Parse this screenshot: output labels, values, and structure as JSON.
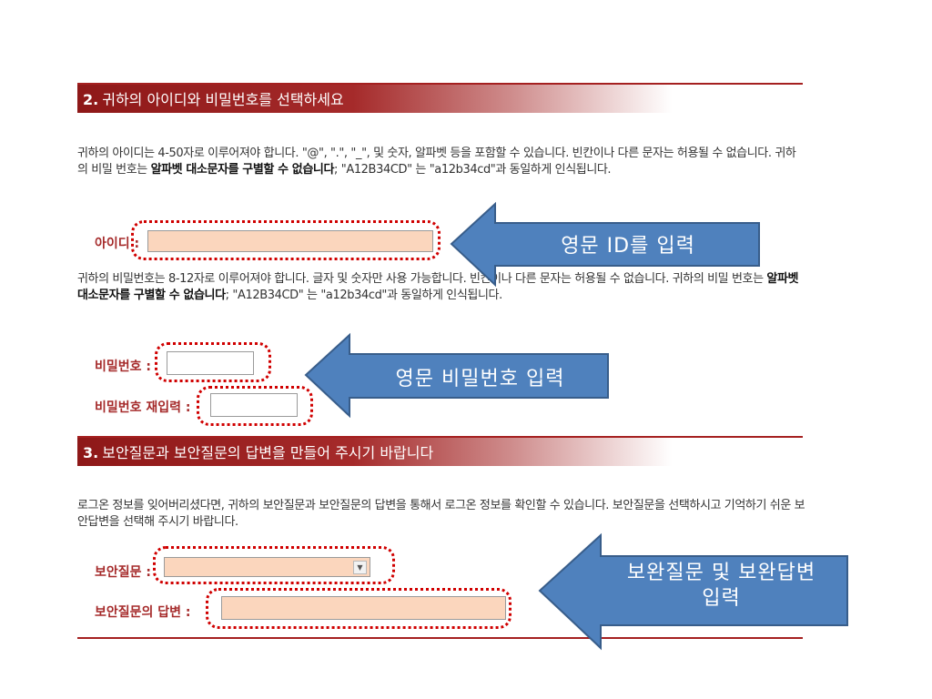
{
  "section2": {
    "number": "2.",
    "title": "귀하의 아이디와 비밀번호를 선택하세요",
    "id_para": {
      "text1": "귀하의 아이디는 4-50자로 이루어져야 합니다. \"@\", \".\", \"_\", 및 숫자, 알파벳 등을 포함할 수 있습니다. 빈칸이나 다른 문자는 허용될 수 없습니다. 귀하의 비밀 번호는 ",
      "bold": "알파벳 대소문자를 구별할 수 없습니다",
      "text2": "; \"A12B34CD\" 는 \"a12b34cd\"과 동일하게 인식됩니다."
    },
    "id_label": "아이디 :",
    "pw_para": {
      "text1": "귀하의 비밀번호는 8-12자로 이루어져야 합니다. 글자 및 숫자만 사용 가능합니다. 빈칸이나 다른 문자는 허용될 수 없습니다. 귀하의 비밀 번호는 ",
      "bold": "알파벳 대소문자를 구별할 수 없습니다",
      "text2": "; \"A12B34CD\" 는 \"a12b34cd\"과 동일하게 인식됩니다."
    },
    "pw_label": "비밀번호 :",
    "pw_confirm_label": "비밀번호 재입력 :"
  },
  "section3": {
    "number": "3.",
    "title": "보안질문과 보안질문의 답변을 만들어 주시기 바랍니다",
    "para": "로그온 정보를 잊어버리셨다면, 귀하의 보안질문과 보안질문의 답변을 통해서 로그온 정보를 확인할 수 있습니다. 보안질문을 선택하시고 기억하기 쉬운 보안답변을 선택해 주시기 바랍니다.",
    "question_label": "보안질문 :",
    "answer_label": "보안질문의 답변 :",
    "select_arrow": "▼"
  },
  "arrows": {
    "id": "영문 ID를 입력",
    "pw": "영문 비밀번호 입력",
    "security_line1": "보완질문 및 보완답변",
    "security_line2": "입력"
  },
  "colors": {
    "header_red": "#8e1818",
    "label_red": "#a52a2a",
    "field_fill": "#fbd6bd",
    "arrow_fill": "#4f81bd",
    "arrow_stroke": "#385d8a",
    "callout_dots": "#d00000"
  },
  "fields": {
    "user_id": "",
    "password": "",
    "password_confirm": "",
    "security_question": "",
    "security_answer": ""
  }
}
